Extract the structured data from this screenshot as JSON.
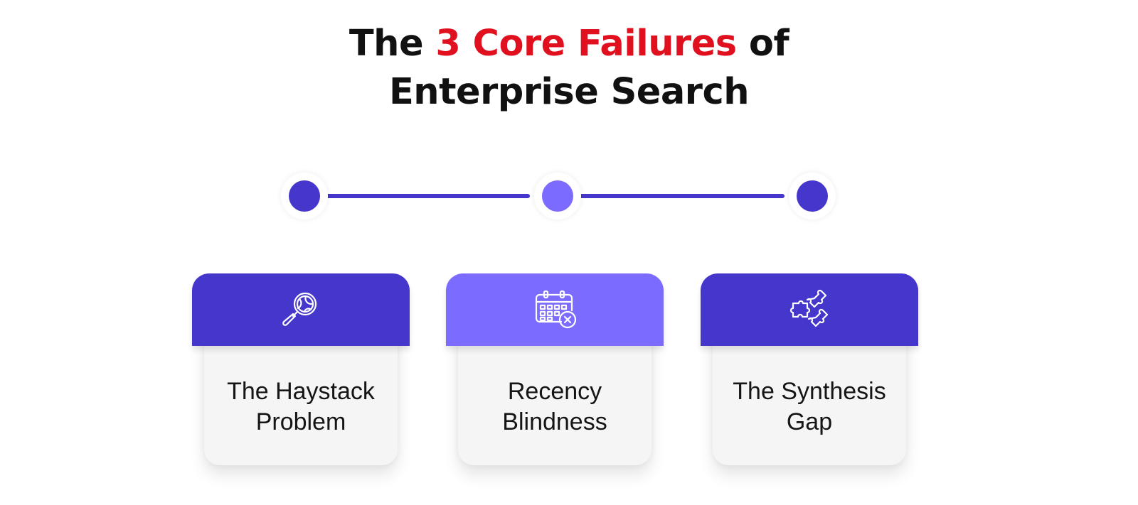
{
  "title": {
    "part1": "The ",
    "highlight": "3 Core Failures",
    "part2": " of",
    "line2": "Enterprise Search"
  },
  "colors": {
    "primary": "#4537cc",
    "secondary": "#7b6cff",
    "accent_red": "#e0101e",
    "card_body": "#f5f5f5",
    "icon_stroke": "#ffffff"
  },
  "timeline": {
    "nodes": [
      {
        "color": "#4537cc"
      },
      {
        "color": "#7b6cff"
      },
      {
        "color": "#4537cc"
      }
    ],
    "connector_color": "#4537cc"
  },
  "cards": [
    {
      "icon": "magnifier-globe-icon",
      "header_color": "#4537cc",
      "label_line1": "The Haystack",
      "label_line2": "Problem"
    },
    {
      "icon": "calendar-x-icon",
      "header_color": "#7b6cff",
      "label_line1": "Recency",
      "label_line2": "Blindness"
    },
    {
      "icon": "puzzle-pieces-icon",
      "header_color": "#4537cc",
      "label_line1": "The Synthesis",
      "label_line2": "Gap"
    }
  ]
}
